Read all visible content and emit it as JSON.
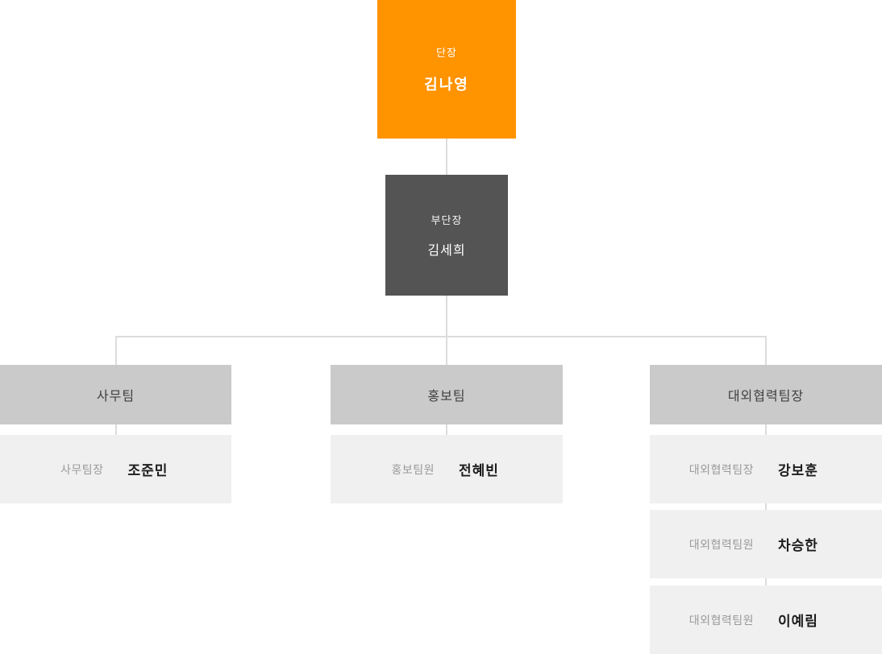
{
  "colors": {
    "root_bg": "#FF9300",
    "deputy_bg": "#545454",
    "header_bg": "#CACACA",
    "row_bg": "#F0F0F0",
    "line": "#DCDCDC",
    "header_text": "#3F3F3F",
    "role_color": "#9A9A9A",
    "name_color": "#1C1C1C"
  },
  "org": {
    "director": {
      "role": "단장",
      "name": "김나영"
    },
    "deputy": {
      "role": "부단장",
      "name": "김세희"
    },
    "teams": [
      {
        "title": "사무팀",
        "members": [
          {
            "role": "사무팀장",
            "name": "조준민"
          }
        ]
      },
      {
        "title": "홍보팀",
        "members": [
          {
            "role": "홍보팀원",
            "name": "전혜빈"
          }
        ]
      },
      {
        "title": "대외협력팀장",
        "members": [
          {
            "role": "대외협력팀장",
            "name": "강보훈"
          },
          {
            "role": "대외협력팀원",
            "name": "차승한"
          },
          {
            "role": "대외협력팀원",
            "name": "이예림"
          }
        ]
      }
    ]
  }
}
